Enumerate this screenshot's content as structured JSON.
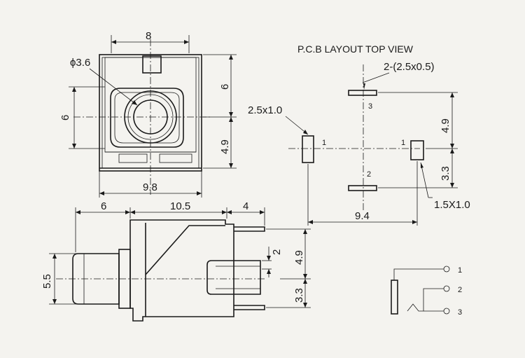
{
  "layout_title": "P.C.B LAYOUT  TOP VIEW",
  "front_view": {
    "width_top": "8",
    "hole_diameter": "ϕ3.6",
    "height_left": "6",
    "height_upper_right": "6",
    "height_lower_right": "4.9",
    "width_bottom": "9.8"
  },
  "pcb_layout": {
    "pad_callout_small": "2-(2.5x0.5)",
    "pad_callout_large": "2.5x1.0",
    "pad_callout_square": "1.5X1.0",
    "spacing_upper": "4.9",
    "spacing_lower": "3.3",
    "spacing_width": "9.4",
    "pin_labels": [
      "1",
      "1",
      "2",
      "3"
    ]
  },
  "side_view": {
    "length_left": "6",
    "length_middle": "10.5",
    "length_right": "4",
    "diameter": "5.5",
    "gap": "2",
    "height_upper": "4.9",
    "height_lower": "3.3"
  },
  "schematic": {
    "terminals": [
      "1",
      "2",
      "3"
    ]
  }
}
